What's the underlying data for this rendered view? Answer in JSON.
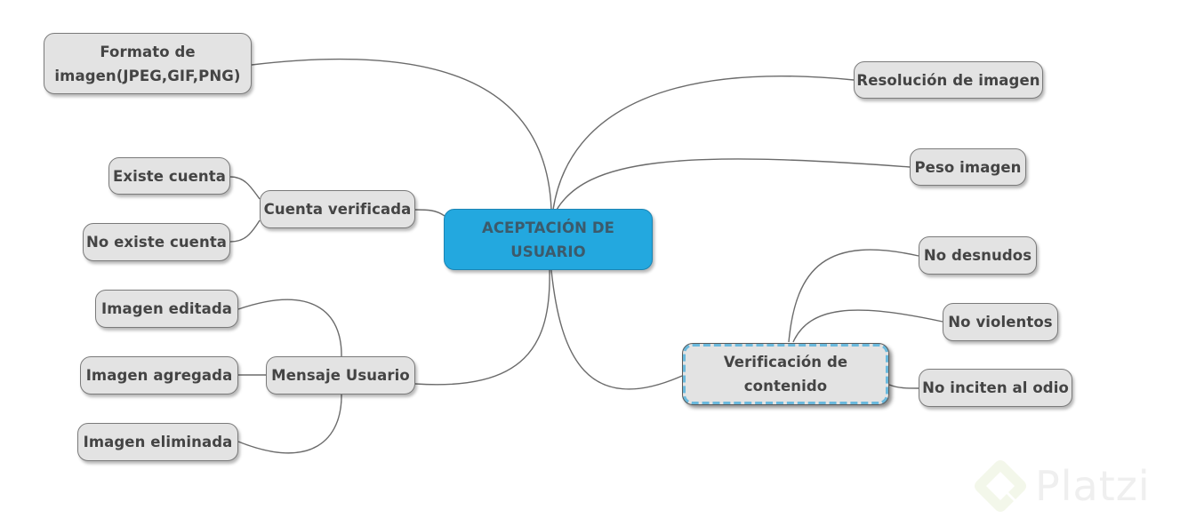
{
  "map": {
    "central": {
      "label_line1": "ACEPTACIÓN DE",
      "label_line2": "USUARIO"
    },
    "branches": {
      "formato": {
        "label_line1": "Formato de",
        "label_line2": "imagen(JPEG,GIF,PNG)"
      },
      "resolucion": {
        "label": "Resolución de imagen"
      },
      "peso": {
        "label": "Peso imagen"
      },
      "cuenta": {
        "label": "Cuenta verificada",
        "children": [
          {
            "label": "Existe cuenta"
          },
          {
            "label": "No existe cuenta"
          }
        ]
      },
      "mensaje": {
        "label": "Mensaje Usuario",
        "children": [
          {
            "label": "Imagen editada"
          },
          {
            "label": "Imagen agregada"
          },
          {
            "label": "Imagen eliminada"
          }
        ]
      },
      "verificacion": {
        "label_line1": "Verificación de",
        "label_line2": "contenido",
        "children": [
          {
            "label": "No desnudos"
          },
          {
            "label": "No violentos"
          },
          {
            "label": "No inciten al odio"
          }
        ]
      }
    }
  },
  "colors": {
    "central_fill": "#23a8df",
    "node_fill": "#e3e3e3",
    "selected_dash": "#6ab9dd",
    "link": "#6b6b6b"
  },
  "watermark": {
    "text": "Platzi"
  }
}
